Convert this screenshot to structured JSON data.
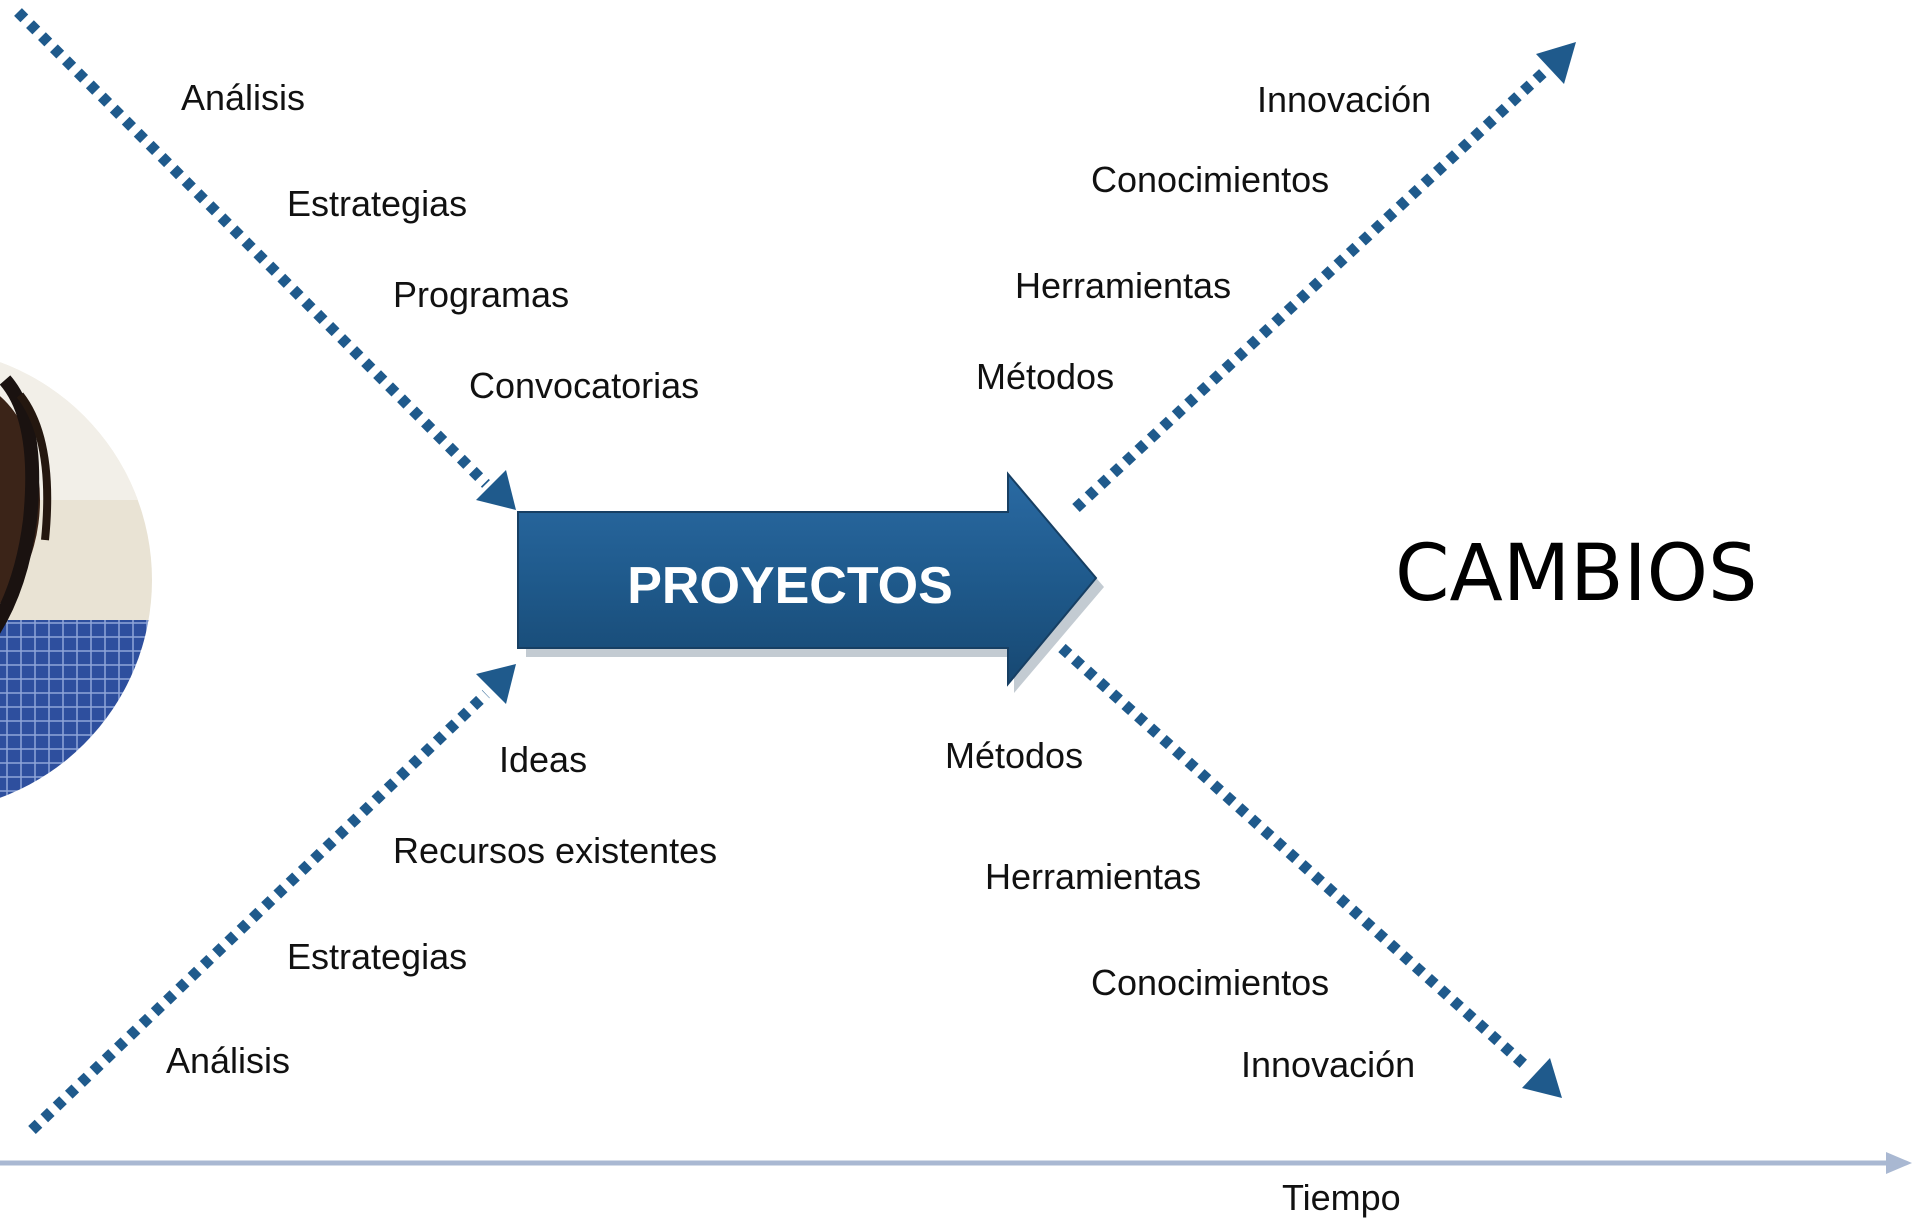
{
  "center_label": "PROYECTOS",
  "result_label": "CAMBIOS",
  "time_axis_label": "Tiempo",
  "inputs_top": [
    "Análisis",
    "Estrategias",
    "Programas",
    "Convocatorias"
  ],
  "inputs_bottom": [
    "Ideas",
    "Recursos existentes",
    "Estrategias",
    "Análisis"
  ],
  "outputs_top": [
    "Innovación",
    "Conocimientos",
    "Herramientas",
    "Métodos"
  ],
  "outputs_bottom": [
    "Métodos",
    "Herramientas",
    "Conocimientos",
    "Innovación"
  ],
  "colors": {
    "primary_blue": "#1f5a8c",
    "dotted_arrow": "#1f5a8c",
    "time_axis": "#a9b8d2"
  }
}
